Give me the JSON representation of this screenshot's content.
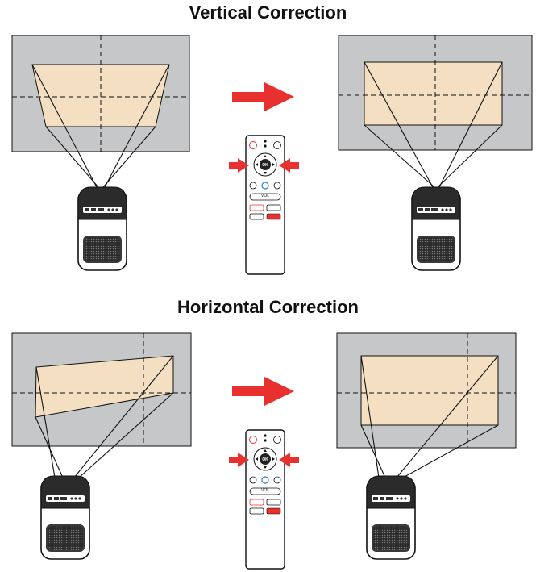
{
  "sections": {
    "vertical": {
      "title": "Vertical Correction"
    },
    "horizontal": {
      "title": "Horizontal Correction"
    }
  },
  "remote": {
    "ok_label": "OK",
    "vol_label": "VOL"
  },
  "colors": {
    "screen": "#c6c7c9",
    "image": "#f4dfc3",
    "arrow": "#e8312f",
    "projector_dark": "#2b2b2b",
    "outline": "#111111"
  },
  "icons": [
    "arrow-right-icon",
    "projector-icon",
    "remote-control-icon",
    "power-icon",
    "home-icon",
    "settings-icon"
  ]
}
